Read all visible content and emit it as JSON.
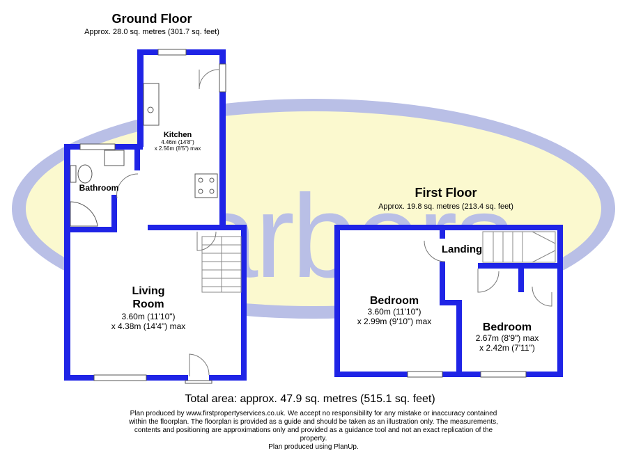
{
  "watermark": {
    "text": "Barbers"
  },
  "ground_floor": {
    "title": "Ground Floor",
    "area": "Approx. 28.0 sq. metres (301.7 sq. feet)",
    "rooms": {
      "kitchen": {
        "name": "Kitchen",
        "dim1": "4.46m (14'8\")",
        "dim2": "x 2.56m (8'5\") max"
      },
      "bathroom": {
        "name": "Bathroom"
      },
      "living_room": {
        "name_line1": "Living",
        "name_line2": "Room",
        "dim1": "3.60m (11'10\")",
        "dim2": "x 4.38m (14'4\") max"
      }
    }
  },
  "first_floor": {
    "title": "First Floor",
    "area": "Approx. 19.8 sq. metres (213.4 sq. feet)",
    "rooms": {
      "landing": {
        "name": "Landing"
      },
      "bedroom1": {
        "name": "Bedroom",
        "dim1": "3.60m (11'10\")",
        "dim2": "x 2.99m (9'10\") max"
      },
      "bedroom2": {
        "name": "Bedroom",
        "dim1": "2.67m (8'9\") max",
        "dim2": "x 2.42m (7'11\")"
      }
    }
  },
  "total_area": "Total area: approx. 47.9 sq. metres (515.1 sq. feet)",
  "disclaimer": {
    "line1": "Plan produced by www.firstpropertyservices.co.uk. We accept no responsibility for any mistake or inaccuracy contained",
    "line2": "within the floorplan. The floorplan is provided as a guide and should be taken as an illustration only. The measurements,",
    "line3": "contents and positioning are approximations only and provided as a guidance tool and not an exact replication of the",
    "line4": "property.",
    "line5": "Plan produced using PlanUp."
  },
  "colors": {
    "wall": "#1f24e6",
    "oval_fill": "#fbf9cf",
    "oval_ring": "#b9bfe6",
    "watermark": "#b9bfe6"
  }
}
